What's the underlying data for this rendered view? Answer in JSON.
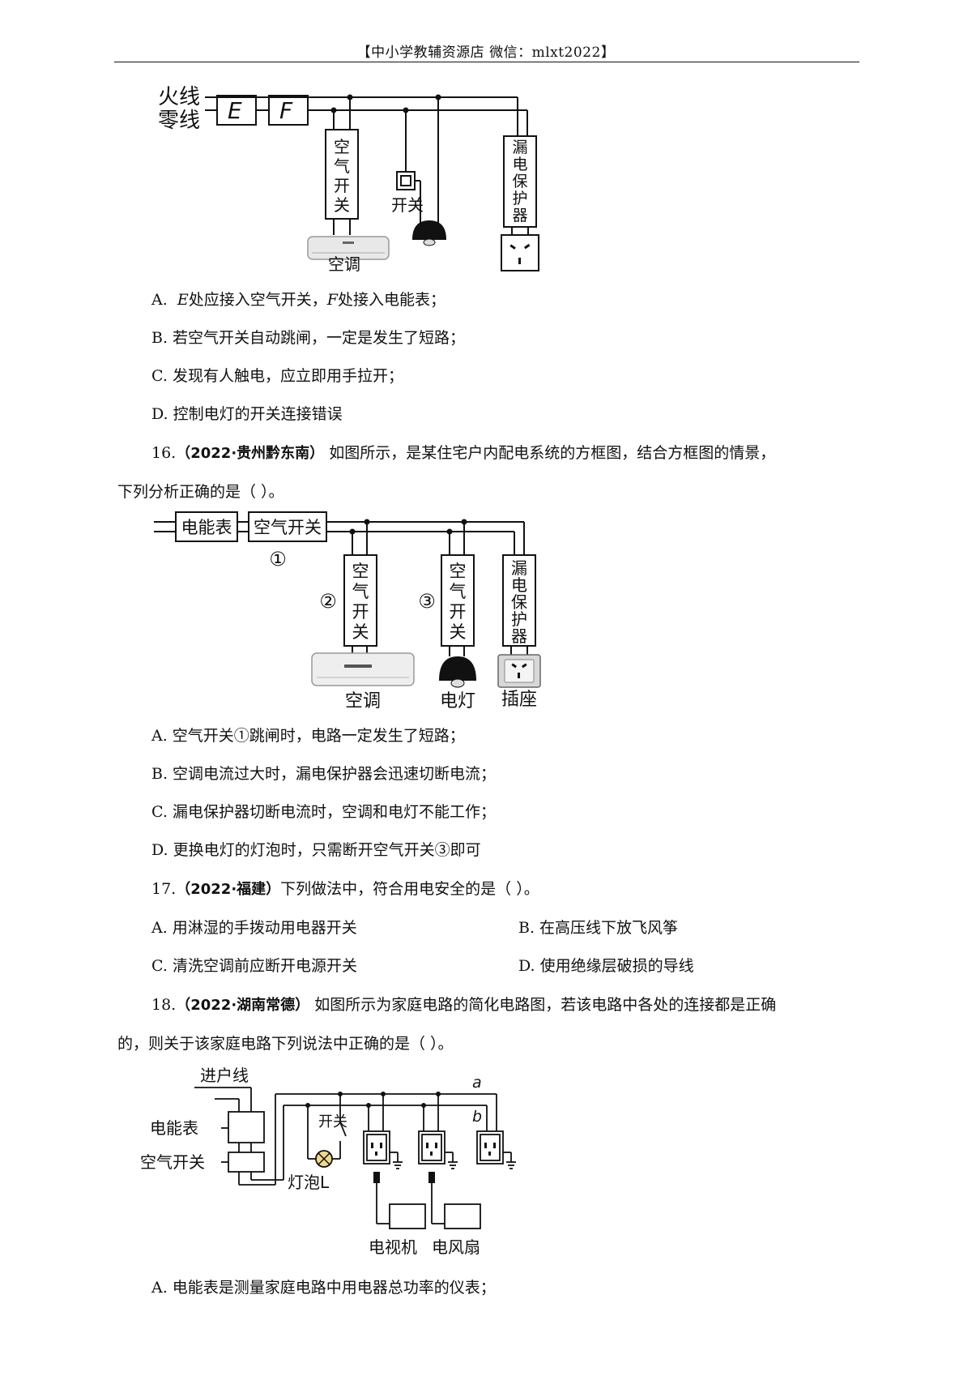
{
  "header": "【中小学教辅资源店 微信：mlxt2022】",
  "fig1": {
    "live_wire": "火线",
    "neutral_wire": "零线",
    "box_e": "E",
    "box_f": "F",
    "air_switch": [
      "空",
      "气",
      "开",
      "关"
    ],
    "switch": "开关",
    "leakage_protector": [
      "漏",
      "电",
      "保",
      "护",
      "器"
    ],
    "ac": "空调"
  },
  "q15_options": {
    "a_pre": "A.",
    "a_e": "E",
    "a_mid": "处应接入空气开关，",
    "a_f": "F",
    "a_post": "处接入电能表；",
    "b": "B.  若空气开关自动跳闸，一定是发生了短路；",
    "c": "C.  发现有人触电，应立即用手拉开；",
    "d": "D.  控制电灯的开关连接错误"
  },
  "q16": {
    "num": "16.",
    "source": "（2022·贵州黔东南）",
    "stem1": " 如图所示，是某住宅户内配电系统的方框图，结合方框图的情景，",
    "stem2": "下列分析正确的是（    ）。",
    "fig": {
      "meter": "电能表",
      "air_switch_main": "空气开关",
      "mark1": "①",
      "mark2": "②",
      "mark3": "③",
      "air_switch": [
        "空",
        "气",
        "开",
        "关"
      ],
      "leakage_protector": [
        "漏",
        "电",
        "保",
        "护",
        "器"
      ],
      "ac": "空调",
      "lamp": "电灯",
      "socket": "插座"
    },
    "a": "A.  空气开关①跳闸时，电路一定发生了短路；",
    "b": "B.  空调电流过大时，漏电保护器会迅速切断电流；",
    "c": "C.  漏电保护器切断电流时，空调和电灯不能工作；",
    "d": "D.  更换电灯的灯泡时，只需断开空气开关③即可"
  },
  "q17": {
    "num": "17.",
    "source": "（2022·福建）",
    "stem": "下列做法中，符合用电安全的是（    ）。",
    "a": "A.  用淋湿的手拨动用电器开关",
    "b": "B.  在高压线下放飞风筝",
    "c": "C.  清洗空调前应断开电源开关",
    "d": "D.  使用绝缘层破损的导线"
  },
  "q18": {
    "num": "18.",
    "source": "（2022·湖南常德）",
    "stem1": " 如图所示为家庭电路的简化电路图，若该电路中各处的连接都是正确",
    "stem2": "的，则关于该家庭电路下列说法中正确的是（    ）。",
    "fig": {
      "entry": "进户线",
      "meter": "电能表",
      "air_switch": "空气开关",
      "switch": "开关",
      "bulb": "灯泡L",
      "a": "a",
      "b": "b",
      "tv": "电视机",
      "fan": "电风扇"
    },
    "a": "A.  电能表是测量家庭电路中用电器总功率的仪表；"
  }
}
